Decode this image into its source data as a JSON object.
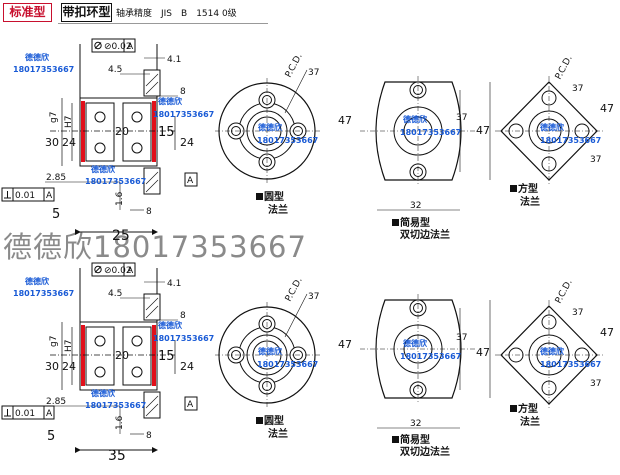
{
  "header": {
    "type_tag": "标准型",
    "title": "带扣环型",
    "precision": "轴承精度　JIS　B　1514 0级"
  },
  "watermark": {
    "big_text": "德德欣18017353667",
    "tag_text": "德德欣",
    "phone_text": "18017353667"
  },
  "section": {
    "tolerance_box": "⊘0.02",
    "datum_a": "A",
    "datum_ref": "0.01",
    "d_41": "4.1",
    "d_45": "4.5",
    "d_8": "8",
    "d_30": "30",
    "d_24": "24",
    "g7": "g7",
    "H7": "H7",
    "d_20": "20",
    "d_15": "15",
    "d_16": "1.6",
    "d_285": "2.85",
    "d_5": "5"
  },
  "top_length": "25",
  "bottom_length": "35",
  "flanges": {
    "pcd": "P.C.D.",
    "d_37": "37",
    "d_47": "47",
    "d_32": "32",
    "round_label": "圆型",
    "round_sub": "法兰",
    "simple_label": "简易型",
    "simple_sub": "双切边法兰",
    "square_label": "方型",
    "square_sub": "法兰"
  }
}
